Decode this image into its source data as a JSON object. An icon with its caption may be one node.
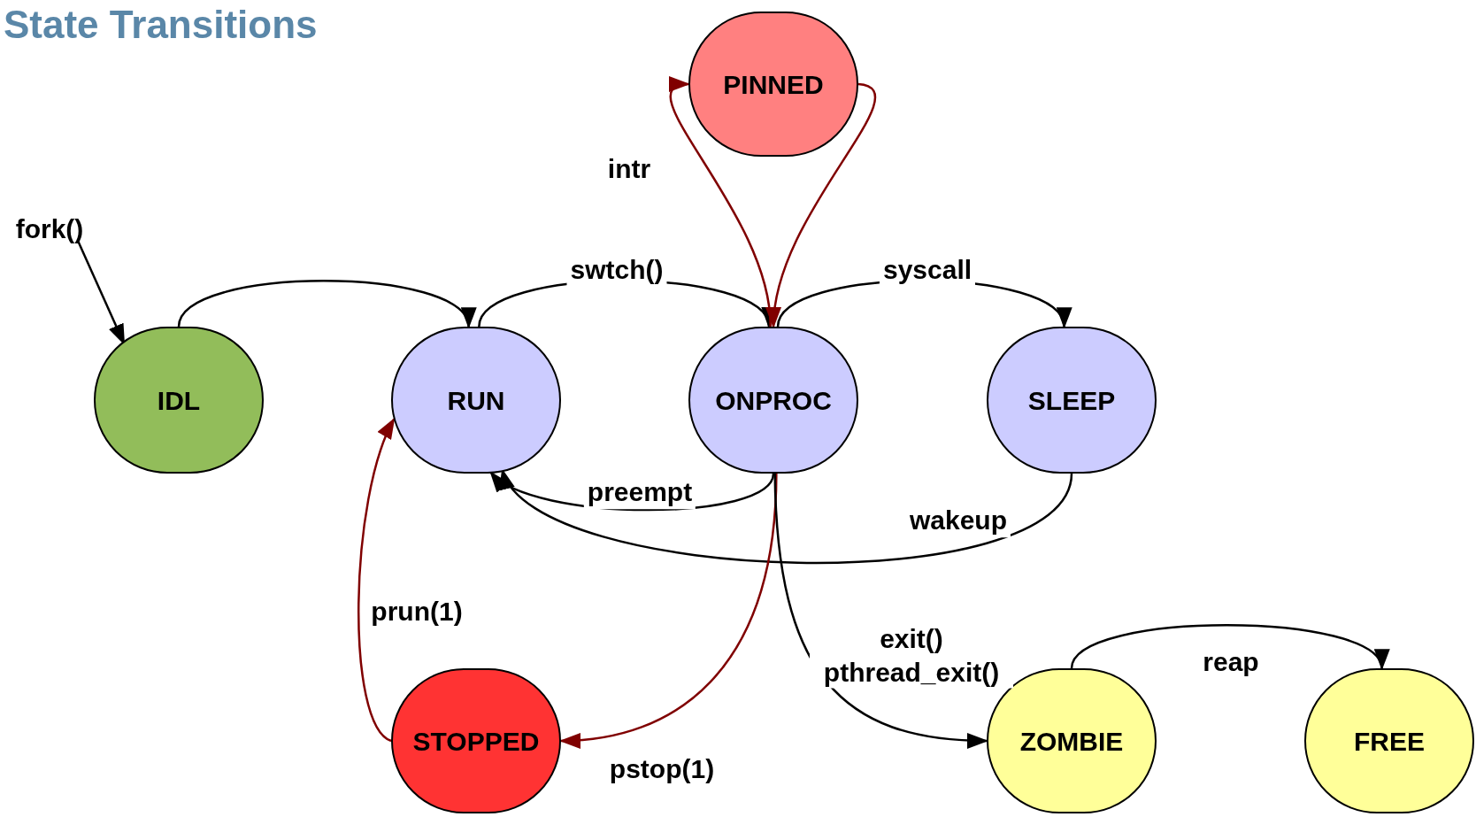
{
  "diagram": {
    "title": "State Transitions",
    "nodes": [
      {
        "text": [
          "PINNED"
        ]
      },
      {
        "text": [
          "fork()"
        ]
      },
      {
        "text": [
          "IDL"
        ]
      },
      {
        "text": [
          "RUN"
        ]
      },
      {
        "text": [
          "ONPROC"
        ]
      },
      {
        "text": [
          "SLEEP"
        ]
      },
      {
        "text": [
          "STOPPED"
        ]
      },
      {
        "text": [
          "ZOMBIE"
        ]
      },
      {
        "text": [
          "FREE"
        ]
      }
    ],
    "edges": [
      {
        "from": 1,
        "to": 2,
        "arrow": "to"
      },
      {
        "from": 2,
        "to": 3,
        "arrow": "to"
      },
      {
        "from": 3,
        "to": 4,
        "arrow": "to",
        "label": "swtch()"
      },
      {
        "from": 4,
        "to": 5,
        "arrow": "to",
        "label": "syscall"
      },
      {
        "from": 4,
        "to": 0,
        "arrow": "to",
        "label": "intr",
        "color": "#800000"
      },
      {
        "from": 0,
        "to": 4,
        "arrow": "to",
        "color": "#800000"
      },
      {
        "from": 4,
        "to": 3,
        "arrow": "to",
        "label": "preempt"
      },
      {
        "from": 5,
        "to": 3,
        "arrow": "to",
        "label": "wakeup"
      },
      {
        "from": 4,
        "to": 6,
        "arrow": "to",
        "label": "pstop(1)",
        "color": "#800000"
      },
      {
        "from": 6,
        "to": 3,
        "arrow": "to",
        "label": "prun(1)",
        "color": "#800000"
      },
      {
        "from": 4,
        "to": 7,
        "arrow": "to",
        "label": "exit() pthread_exit()"
      },
      {
        "from": 7,
        "to": 8,
        "arrow": "to",
        "label": "reap"
      }
    ]
  }
}
